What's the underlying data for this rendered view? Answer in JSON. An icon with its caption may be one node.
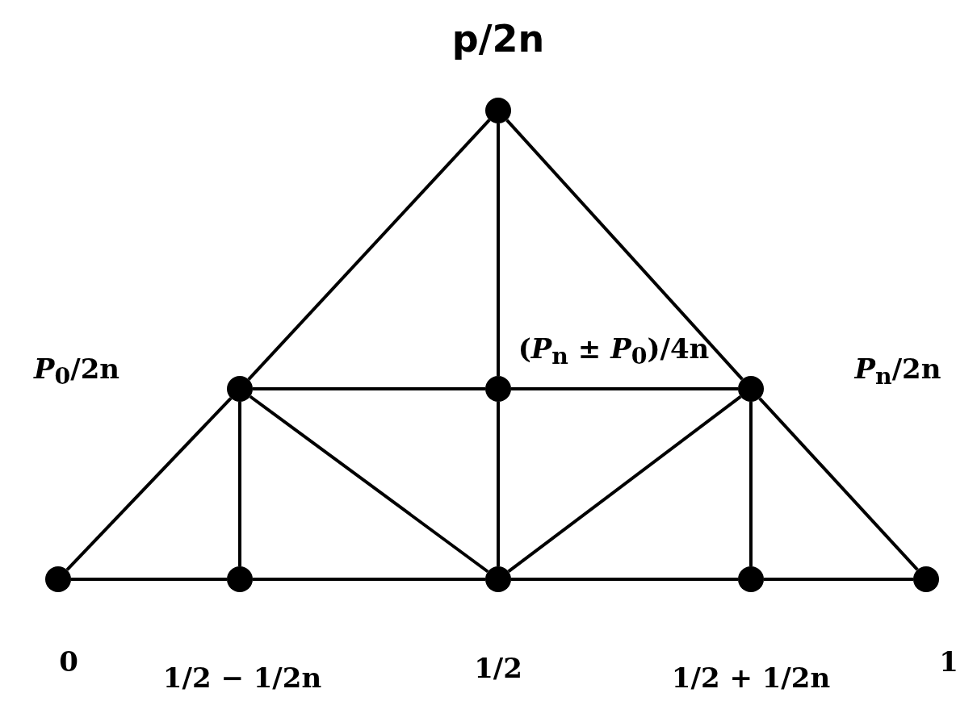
{
  "diagram": {
    "nodes": [
      {
        "text": [],
        "shape": "circle",
        "beside": [
          "p/2n"
        ]
      },
      {
        "text": [],
        "shape": "circle",
        "beside": [
          "*P*$_{0}$/2n"
        ]
      },
      {
        "text": [],
        "shape": "circle",
        "beside": [
          "(*P*$_{n}$ ± *P*$_{0}$)/4n"
        ]
      },
      {
        "text": [],
        "shape": "circle",
        "beside": [
          "*P*$_{n}$/2n"
        ]
      },
      {
        "text": [],
        "shape": "circle",
        "beside": [
          "0"
        ]
      },
      {
        "text": [],
        "shape": "circle",
        "beside": [
          "1/2 − 1/2n"
        ]
      },
      {
        "text": [],
        "shape": "circle",
        "beside": [
          "1/2"
        ]
      },
      {
        "text": [],
        "shape": "circle",
        "beside": [
          "1/2 + 1/2n"
        ]
      },
      {
        "text": [],
        "shape": "circle",
        "beside": [
          "1"
        ]
      }
    ],
    "edges": [
      {
        "from": 4,
        "to": 1,
        "arrow": "none"
      },
      {
        "from": 1,
        "to": 0,
        "arrow": "none"
      },
      {
        "from": 0,
        "to": 2,
        "arrow": "none"
      },
      {
        "from": 2,
        "to": 6,
        "arrow": "none"
      },
      {
        "from": 0,
        "to": 3,
        "arrow": "none"
      },
      {
        "from": 3,
        "to": 8,
        "arrow": "none"
      },
      {
        "from": 1,
        "to": 2,
        "arrow": "none"
      },
      {
        "from": 2,
        "to": 3,
        "arrow": "none"
      },
      {
        "from": 1,
        "to": 5,
        "arrow": "none"
      },
      {
        "from": 1,
        "to": 6,
        "arrow": "none"
      },
      {
        "from": 3,
        "to": 6,
        "arrow": "none"
      },
      {
        "from": 3,
        "to": 7,
        "arrow": "none"
      },
      {
        "from": 4,
        "to": 5,
        "arrow": "none"
      },
      {
        "from": 5,
        "to": 6,
        "arrow": "none"
      },
      {
        "from": 6,
        "to": 7,
        "arrow": "none"
      },
      {
        "from": 7,
        "to": 8,
        "arrow": "none"
      }
    ]
  }
}
